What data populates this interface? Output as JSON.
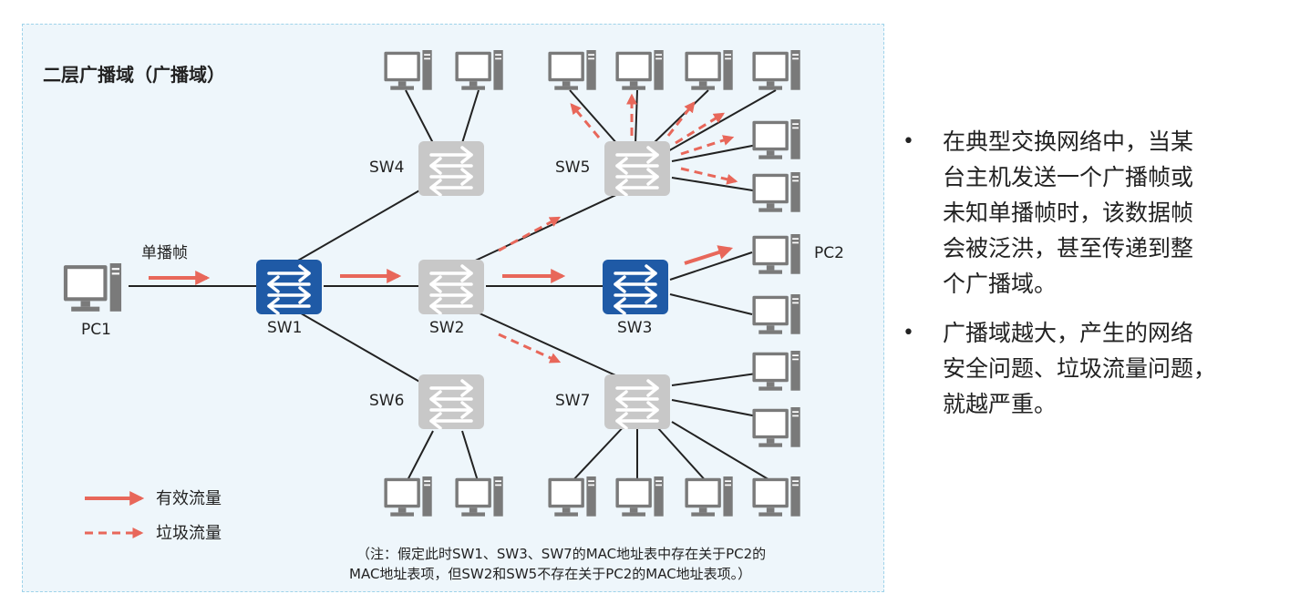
{
  "panel": {
    "title": "二层广播域（广播域）",
    "unicast_label": "单播帧",
    "legend": {
      "valid": "有效流量",
      "garbage": "垃圾流量"
    },
    "note_line1": "（注：假定此时SW1、SW3、SW7的MAC地址表中存在关于PC2的",
    "note_line2": "MAC地址表项，但SW2和SW5不存在关于PC2的MAC地址表项。）",
    "colors": {
      "traffic_arrow": "#e8675a",
      "active_switch": "#1f5aa6",
      "inactive_switch": "#c8c8c8",
      "panel_bg": "#eef6fb"
    }
  },
  "nodes": {
    "pc1": "PC1",
    "pc2": "PC2",
    "sw1": "SW1",
    "sw2": "SW2",
    "sw3": "SW3",
    "sw4": "SW4",
    "sw5": "SW5",
    "sw6": "SW6",
    "sw7": "SW7"
  },
  "bullets": [
    {
      "lines": [
        "在典型交换网络中，当某",
        "台主机发送一个广播帧或",
        "未知单播帧时，该数据帧",
        "会被泛洪，甚至传递到整",
        "个广播域。"
      ]
    },
    {
      "lines": [
        "广播域越大，产生的网络",
        "安全问题、垃圾流量问题，",
        "就越严重。"
      ]
    }
  ]
}
